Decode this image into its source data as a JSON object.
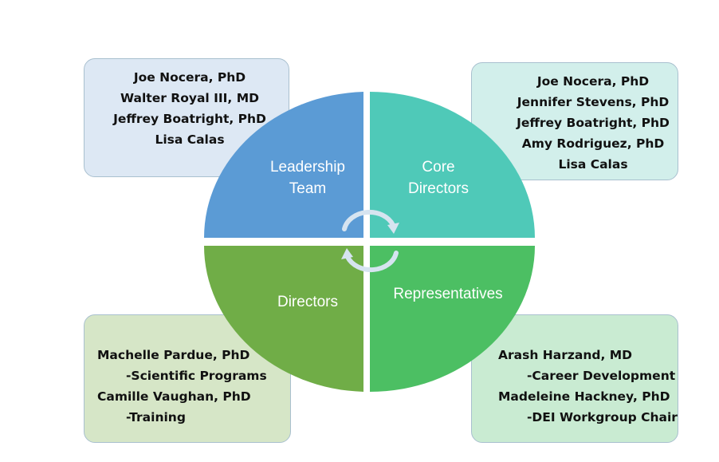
{
  "quadrants": {
    "top_left": {
      "label_line1": "Leadership",
      "label_line2": "Team"
    },
    "top_right": {
      "label_line1": "Core",
      "label_line2": "Directors"
    },
    "bottom_left": {
      "label": "Directors"
    },
    "bottom_right": {
      "label": "Representatives"
    }
  },
  "boxes": {
    "top_left": {
      "lines": [
        "Joe Nocera,  PhD",
        "Walter Royal III, MD",
        "Jeffrey Boatright, PhD",
        "Lisa Calas"
      ]
    },
    "top_right": {
      "lines": [
        "Joe Nocera, PhD",
        "Jennifer Stevens, PhD",
        "Jeffrey Boatright, PhD",
        "Amy Rodriguez, PhD",
        "Lisa Calas"
      ]
    },
    "bottom_left": {
      "lines": [
        "Machelle Pardue, PhD",
        "-Scientific Programs",
        "Camille Vaughan, PhD",
        "-Training"
      ]
    },
    "bottom_right": {
      "lines": [
        "Arash Harzand, MD",
        "-Career Development",
        "Madeleine Hackney, PhD",
        "-DEI Workgroup Chair"
      ]
    }
  },
  "colors": {
    "leadership": "#5b9bd5",
    "core": "#4fc9b8",
    "directors": "#70ad47",
    "representatives": "#4cbf63"
  }
}
